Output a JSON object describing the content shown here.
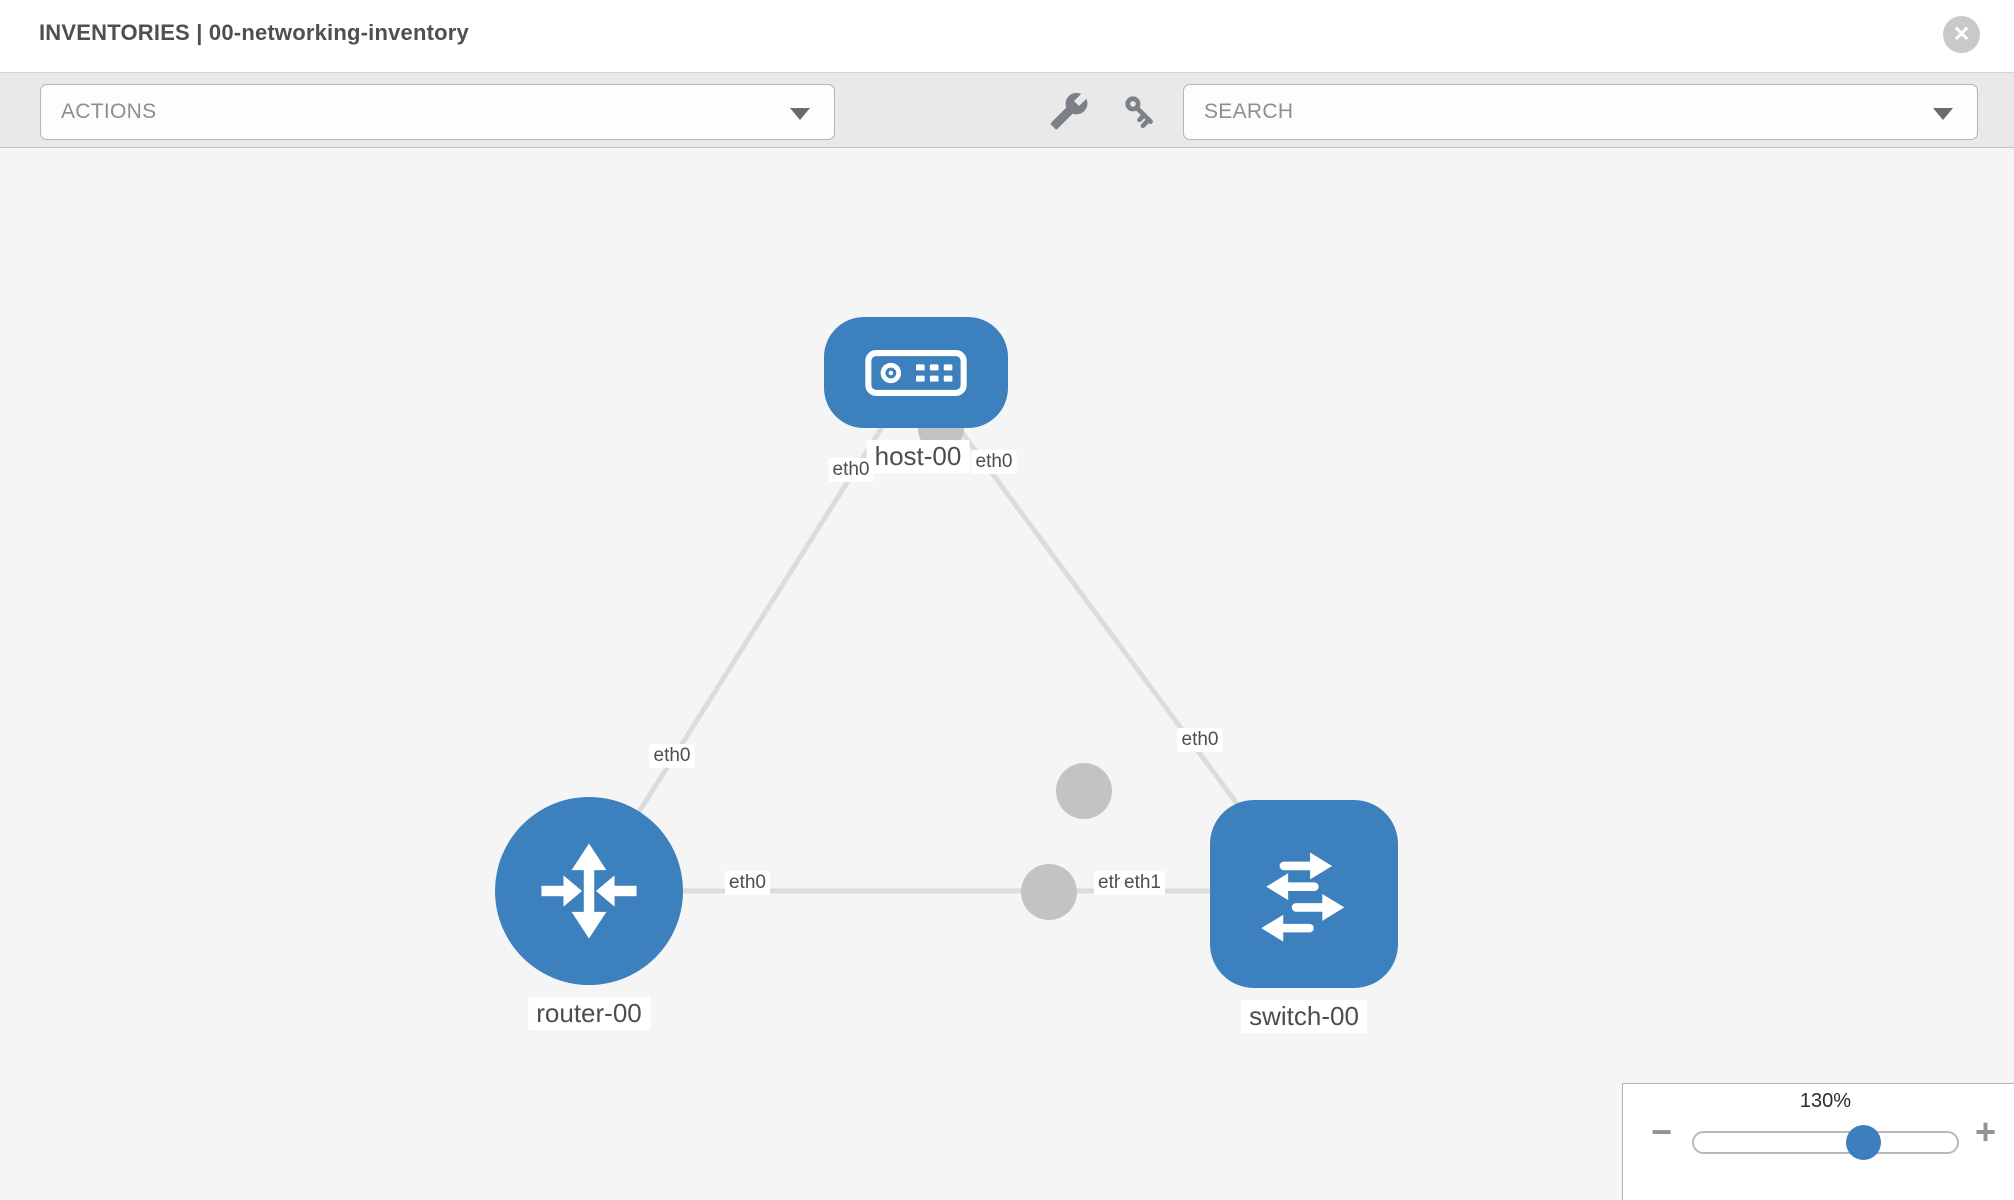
{
  "header": {
    "title": "INVENTORIES | 00-networking-inventory",
    "close_glyph": "✕"
  },
  "toolbar": {
    "actions": {
      "label": "ACTIONS"
    },
    "tools": [
      {
        "icon": "wrench-icon"
      },
      {
        "icon": "key-icon"
      }
    ],
    "search": {
      "label": "SEARCH"
    }
  },
  "topology": {
    "nodes": [
      {
        "id": "host-00",
        "type": "host",
        "label": "host-00"
      },
      {
        "id": "router-00",
        "type": "router",
        "label": "router-00"
      },
      {
        "id": "switch-00",
        "type": "switch",
        "label": "switch-00"
      }
    ],
    "links": [
      {
        "from": "host-00",
        "to": "router-00",
        "from_interface": "eth0",
        "to_interface": "eth0"
      },
      {
        "from": "host-00",
        "to": "switch-00",
        "from_interface": "eth0",
        "to_interface": "eth0"
      },
      {
        "from": "router-00",
        "to": "switch-00",
        "from_interface": "eth0",
        "to_interface": "eth1",
        "overlapped_label": "eth0"
      }
    ]
  },
  "zoom_control": {
    "value": "130%",
    "decrease_glyph": "−",
    "increase_glyph": "+"
  },
  "colors": {
    "node_blue": "#3d80be",
    "link_gray": "#dcdcdc",
    "interface_gray": "#c3c3c3",
    "toolbar_bg": "#e9e9e9",
    "canvas_bg": "#f5f5f6",
    "label_text": "#4d4d4d",
    "tool_icon_gray": "#7b8187",
    "slider_thumb_blue": "#3d7fbc"
  }
}
